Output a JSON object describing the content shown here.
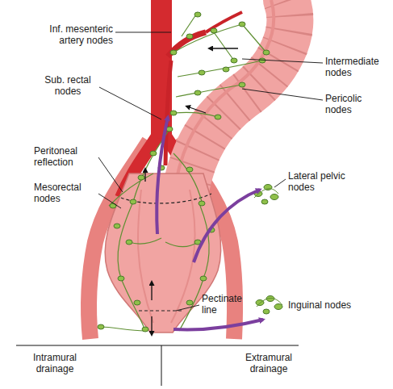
{
  "diagram": {
    "labels": [
      "Inf. mesenteric artery nodes",
      "Sub. rectal nodes",
      "Peritoneal reflection",
      "Mesorectal nodes",
      "Intermediate nodes",
      "Pericolic nodes",
      "Lateral pelvic nodes",
      "Pectinate line",
      "Inguinal nodes",
      "Intramural drainage",
      "Extramural drainage"
    ]
  }
}
